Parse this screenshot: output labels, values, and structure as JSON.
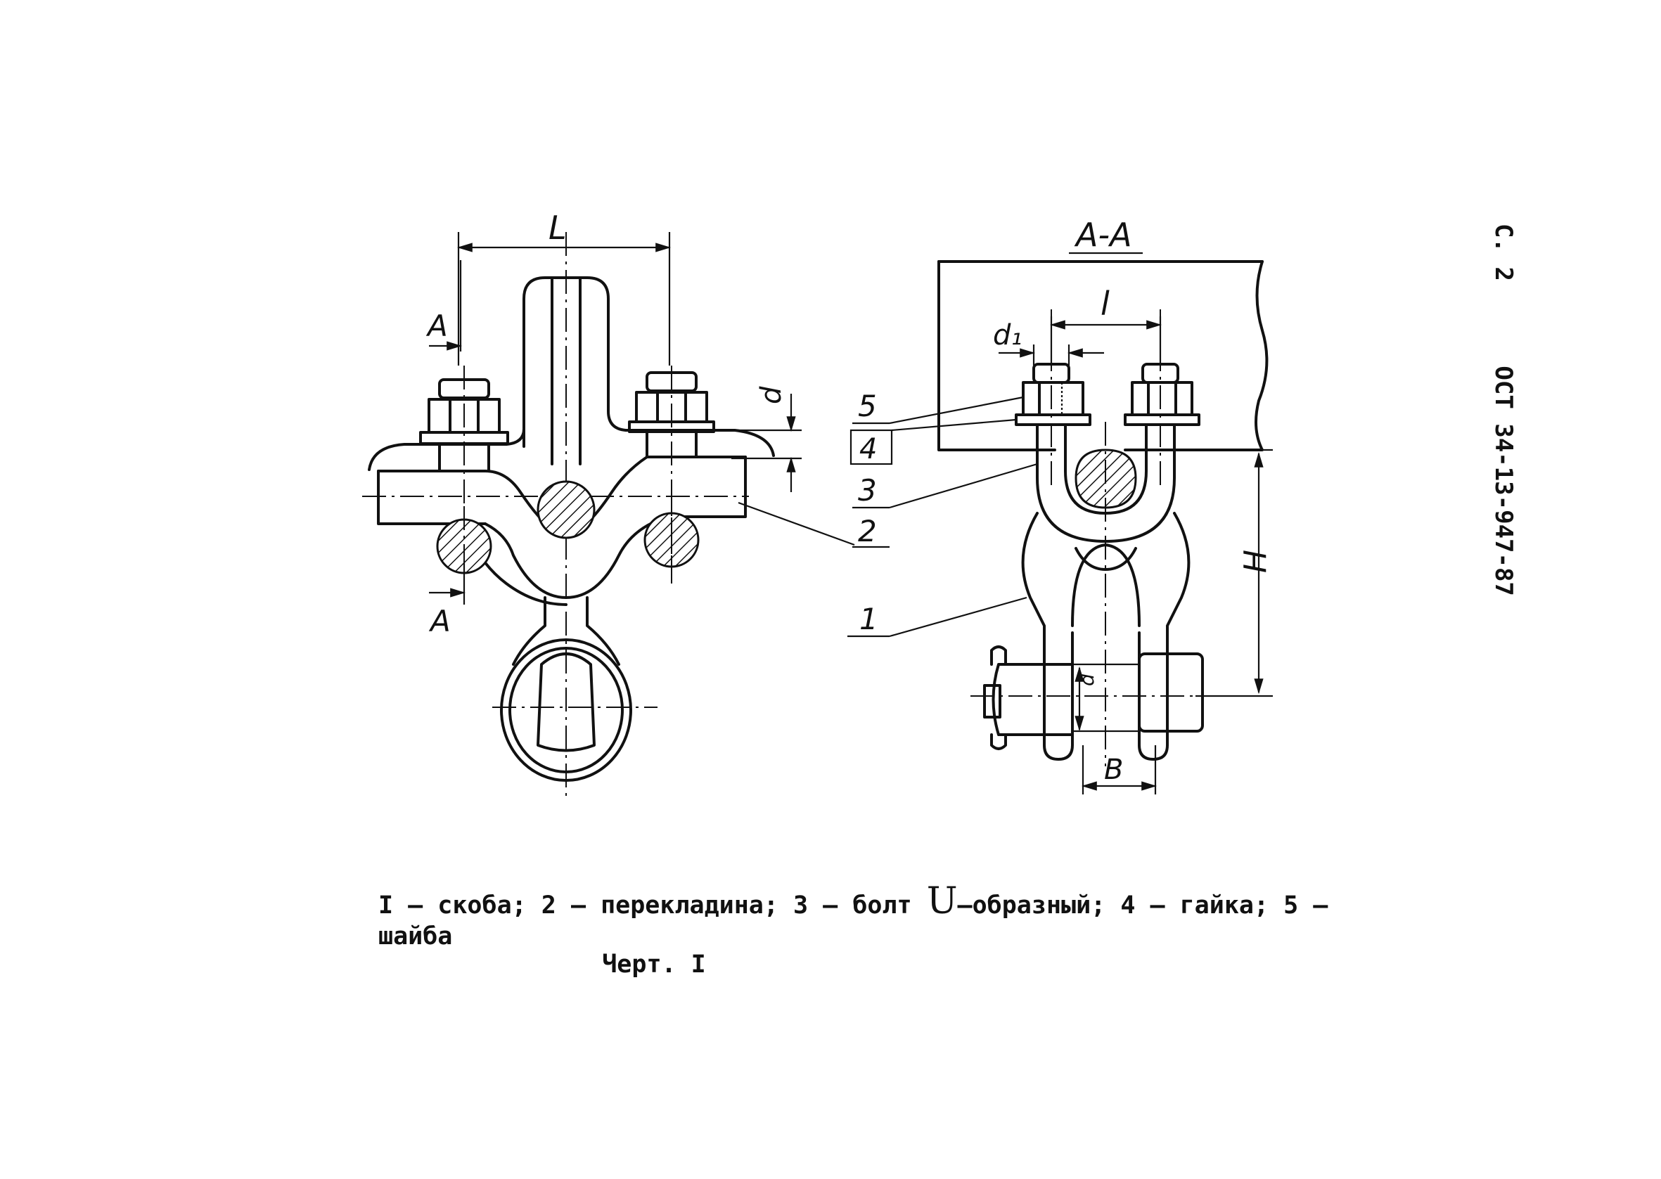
{
  "page": {
    "sheet_label": "С. 2",
    "standard_code": "ОСТ 34-13-947-87"
  },
  "drawing": {
    "section_title": "А-А",
    "section_mark_top": "А",
    "section_mark_bottom": "А",
    "dim_L": "L",
    "dim_d": "d",
    "dim_l": "l",
    "dim_d1": "d₁",
    "dim_H": "H",
    "dim_B": "В",
    "dim_d_small": "d",
    "callouts": [
      "5",
      "4",
      "3",
      "2",
      "1"
    ]
  },
  "legend": {
    "item1": "I – скоба; ",
    "item2": "2 – перекладина; ",
    "item3_pre": "3 – болт ",
    "item3_u": "U",
    "item3_post": "–образный; ",
    "item4": "4 – гайка; ",
    "item5": "5 – шайба"
  },
  "figure_caption": "Черт. I"
}
